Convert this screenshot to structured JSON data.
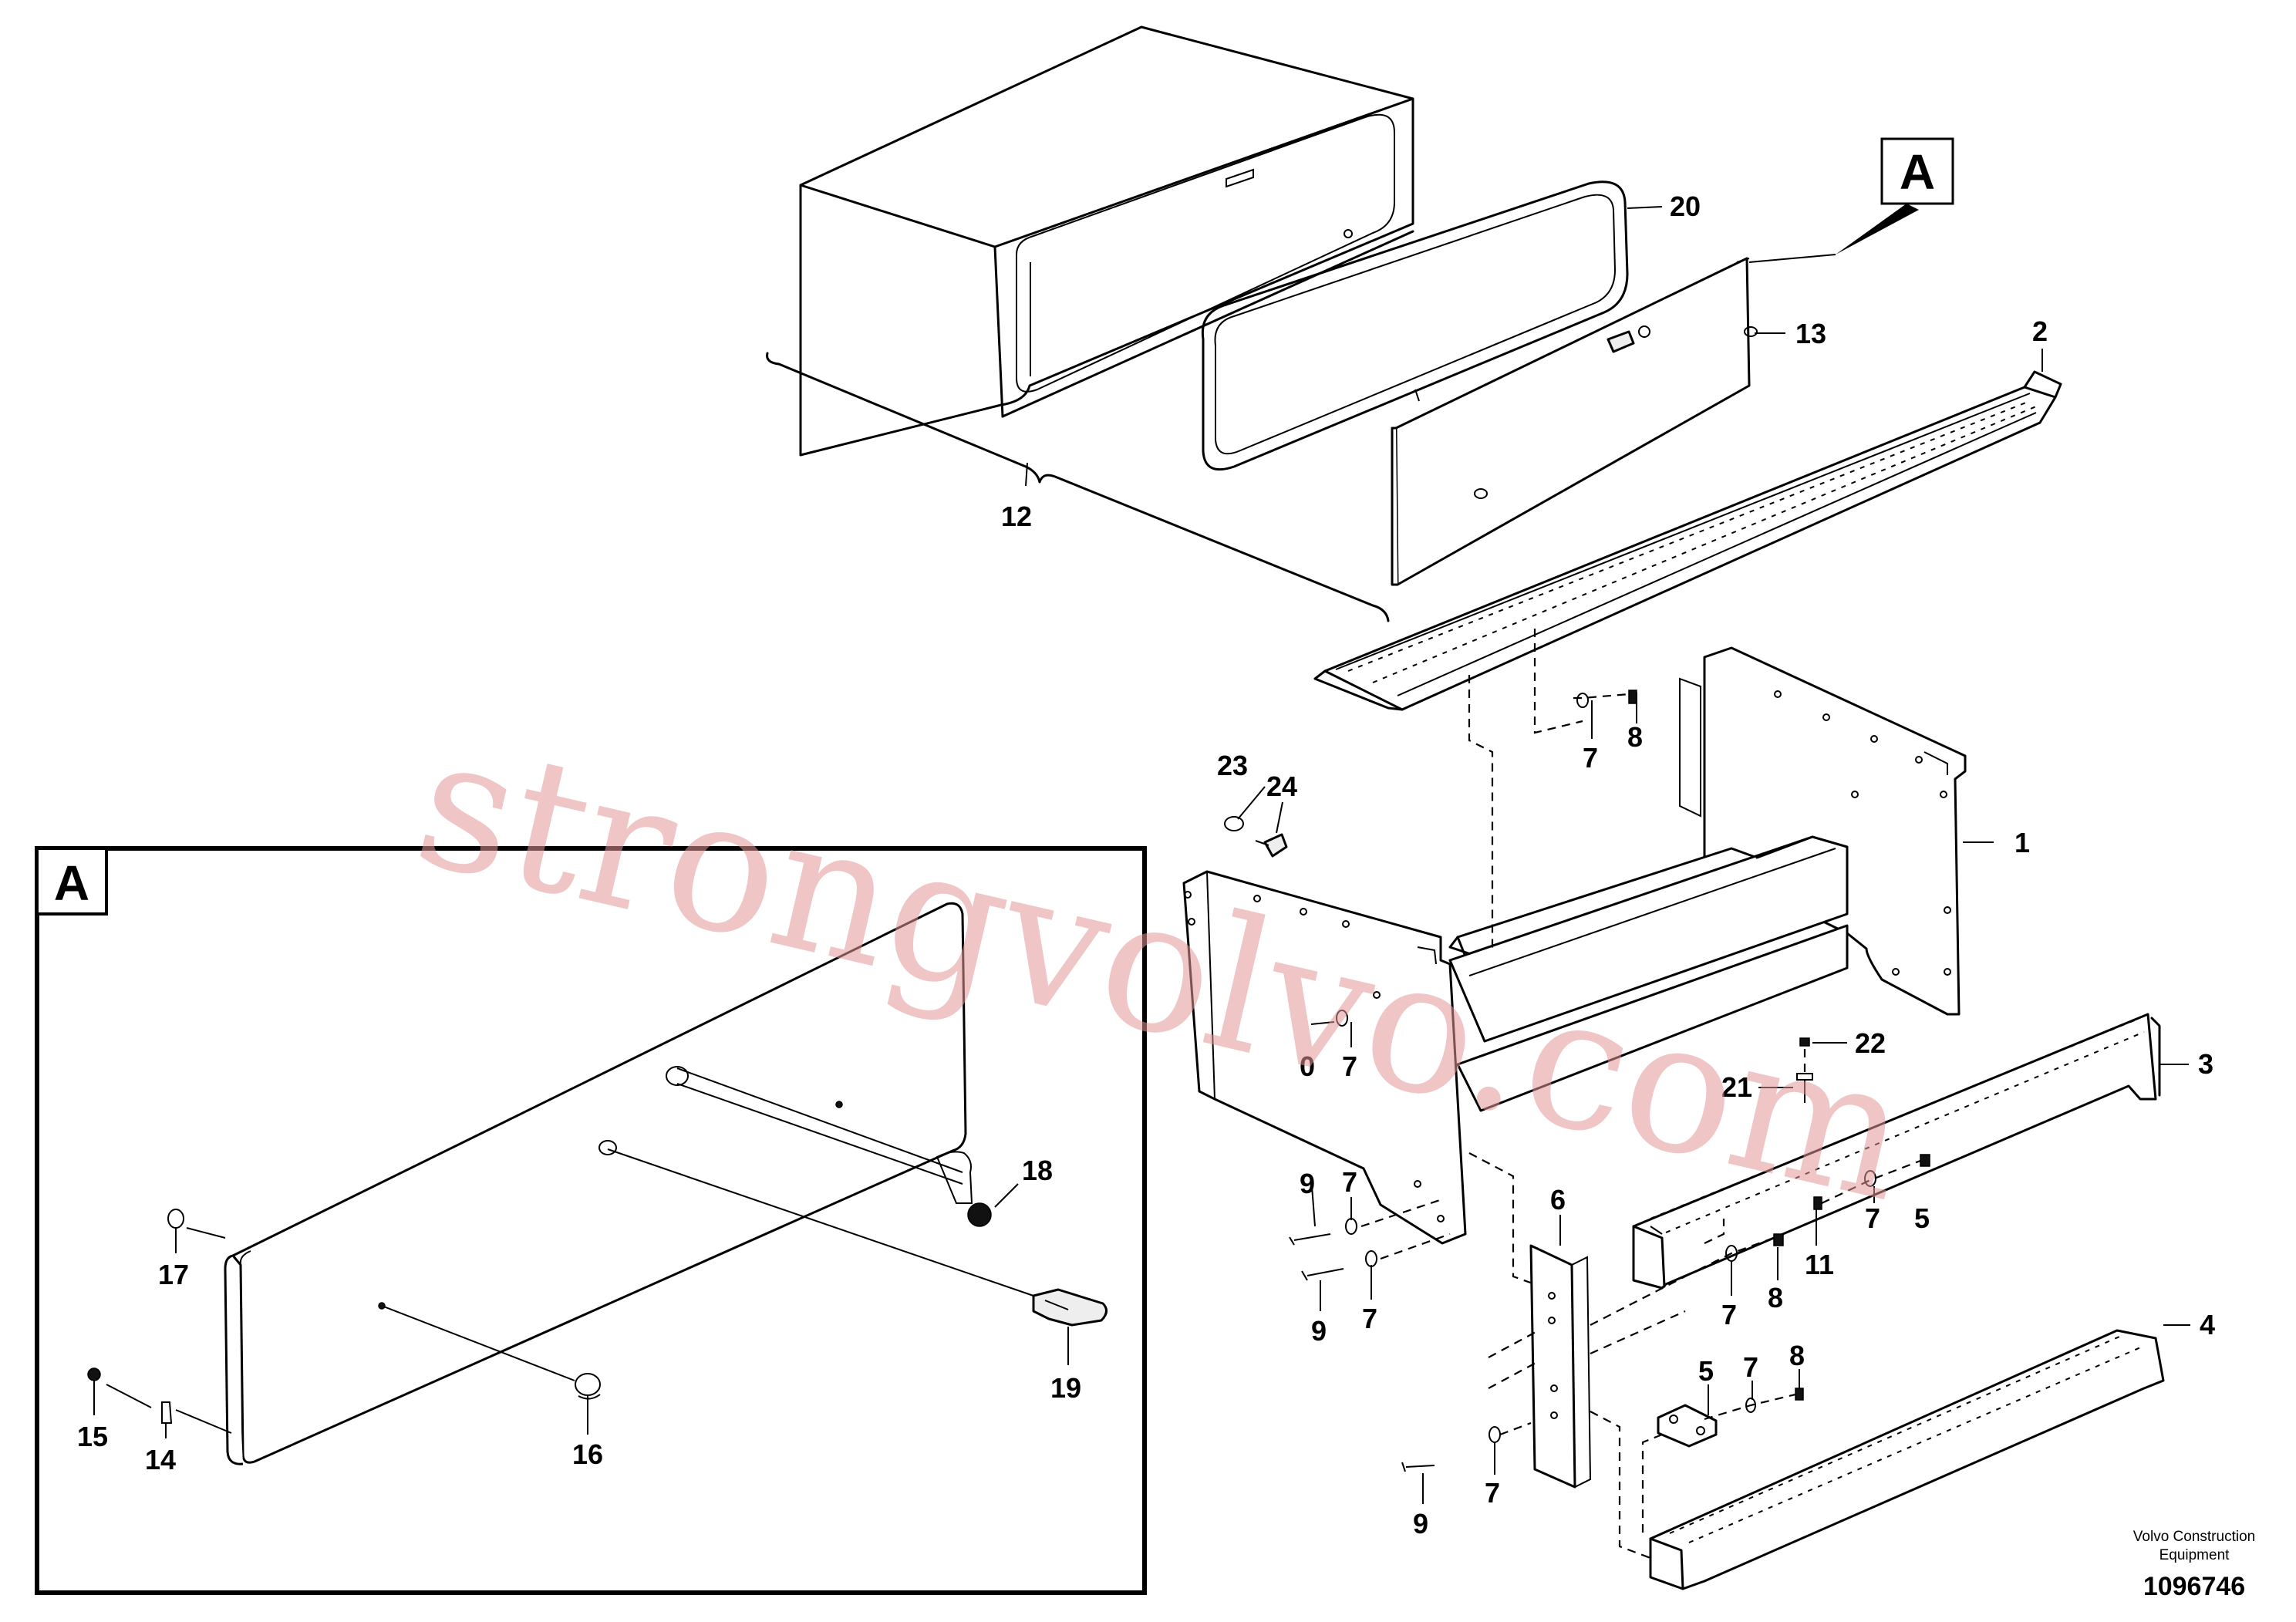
{
  "callouts": {
    "c1": "1",
    "c2": "2",
    "c3": "3",
    "c4": "4",
    "c5": "5",
    "c5b": "5",
    "c6": "6",
    "c7a": "7",
    "c7b": "7",
    "c7c": "7",
    "c7d": "7",
    "c7e": "7",
    "c7f": "7",
    "c7g": "7",
    "c7h": "7",
    "c8a": "8",
    "c8b": "8",
    "c8c": "8",
    "c9a": "9",
    "c9b": "9",
    "c9c": "9",
    "c10": "0",
    "c11": "11",
    "c12": "12",
    "c13": "13",
    "c14": "14",
    "c15": "15",
    "c16": "16",
    "c17": "17",
    "c18": "18",
    "c19": "19",
    "c20": "20",
    "c21": "21",
    "c22": "22",
    "c23": "23",
    "c24": "24"
  },
  "view_marker": {
    "top": "A",
    "detail": "A"
  },
  "watermark": "strongvolvo.com",
  "footer": {
    "company_line1": "Volvo Construction",
    "company_line2": "Equipment",
    "drawing_number": "1096746"
  }
}
